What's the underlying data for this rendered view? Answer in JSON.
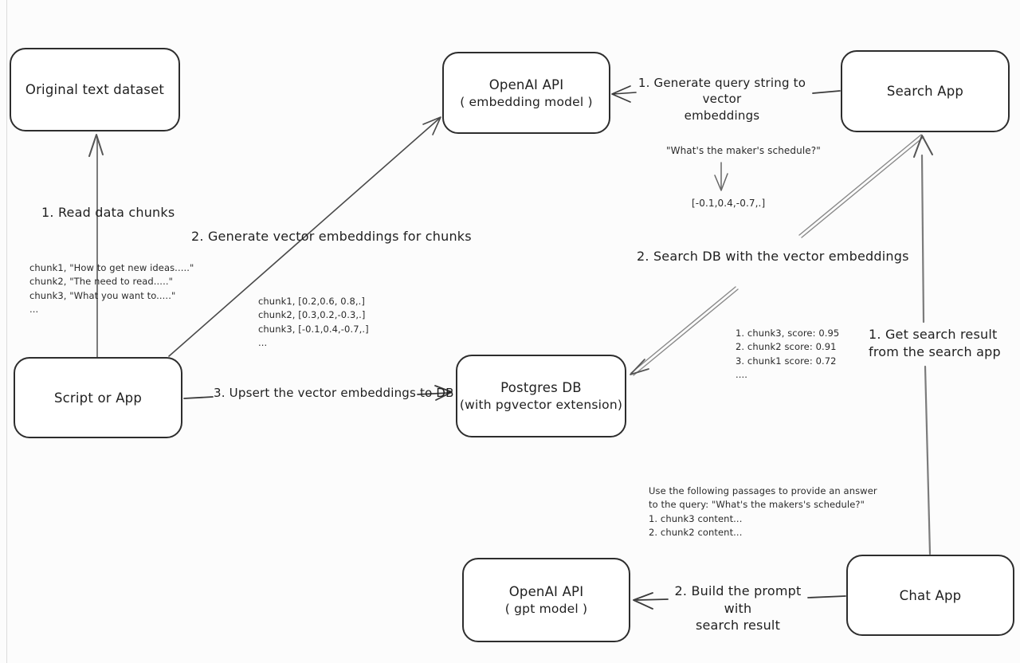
{
  "diagram": {
    "nodes": {
      "original": {
        "title": "Original text dataset"
      },
      "embedding": {
        "title": "OpenAI API",
        "subtitle": "( embedding model )"
      },
      "search": {
        "title": "Search App"
      },
      "script": {
        "title": "Script or App"
      },
      "postgres": {
        "title": "Postgres DB",
        "subtitle": "(with pgvector extension)"
      },
      "gpt": {
        "title": "OpenAI API",
        "subtitle": "( gpt model )"
      },
      "chat": {
        "title": "Chat App"
      }
    },
    "edge_labels": {
      "read_chunks": "1. Read data chunks",
      "generate_embeddings": "2. Generate vector embeddings for chunks",
      "upsert": "3. Upsert the vector embeddings  to DB",
      "query_string": "1. Generate query string to vector\nembeddings",
      "search_db": "2. Search DB with the vector embeddings",
      "get_result": "1. Get search result\nfrom the search app",
      "build_prompt": "2. Build the prompt with\nsearch result"
    },
    "annotations": {
      "chunk_samples": "chunk1, \"How to get new ideas.....\"\nchunk2, \"The need to read.....\"\nchunk3, \"What you want to.....\"\n...",
      "vector_samples": "chunk1, [0.2,0.6, 0.8,.]\nchunk2, [0.3,0.2,-0.3,.]\nchunk3, [-0.1,0.4,-0.7,.]\n...",
      "query_example": "\"What's the maker's schedule?\"",
      "query_vector": "[-0.1,0.4,-0.7,.]",
      "search_scores": "1. chunk3, score: 0.95\n2. chunk2 score: 0.91\n3. chunk1 score: 0.72\n....",
      "prompt_example": "Use the following passages to provide an answer\nto the query: \"What's the makers's schedule?\"\n1. chunk3 content...\n2. chunk2 content..."
    },
    "colors": {
      "box_stroke": "#2d2d2d",
      "arrow_dark": "#3a3a3a",
      "arrow_gray": "#7b7b7b",
      "text": "#1f1f1f"
    }
  }
}
